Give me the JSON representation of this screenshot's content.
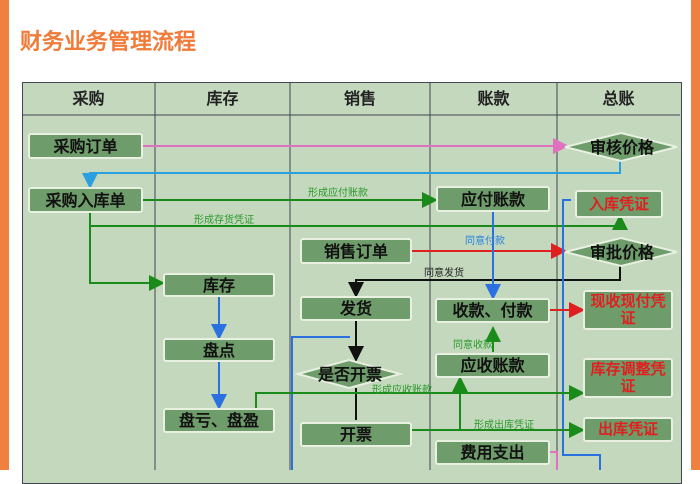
{
  "title": "财务业务管理流程",
  "lanes": [
    "采购",
    "库存",
    "销售",
    "账款",
    "总账"
  ],
  "nodes": {
    "purchase_order": "采购订单",
    "purchase_receipt": "采购入库单",
    "review_price": "审核价格",
    "payable": "应付账款",
    "inbound_voucher": "入库凭证",
    "sales_order": "销售订单",
    "approve_price": "审批价格",
    "inventory": "库存",
    "ship": "发货",
    "collect_pay": "收款、付款",
    "cash_voucher": "现收现付凭证",
    "stocktake": "盘点",
    "invoice_q": "是否开票",
    "receivable": "应收账款",
    "adjust_voucher": "库存调整凭证",
    "gain_loss": "盘亏、盘盈",
    "invoice": "开票",
    "outbound_voucher": "出库凭证",
    "expense": "费用支出"
  },
  "edge_labels": {
    "form_payable": "形成应付账款",
    "form_stock_voucher": "形成存货凭证",
    "agree_pay": "同意付款",
    "agree_ship": "同意发货",
    "agree_collect": "同意收款",
    "form_receivable": "形成应收账款",
    "form_outbound": "形成出库凭证"
  },
  "colors": {
    "accent": "#f07a38",
    "box": "#6f9c6b",
    "lane_bg": "#c3d8bd",
    "voucher_text": "#e02020"
  }
}
